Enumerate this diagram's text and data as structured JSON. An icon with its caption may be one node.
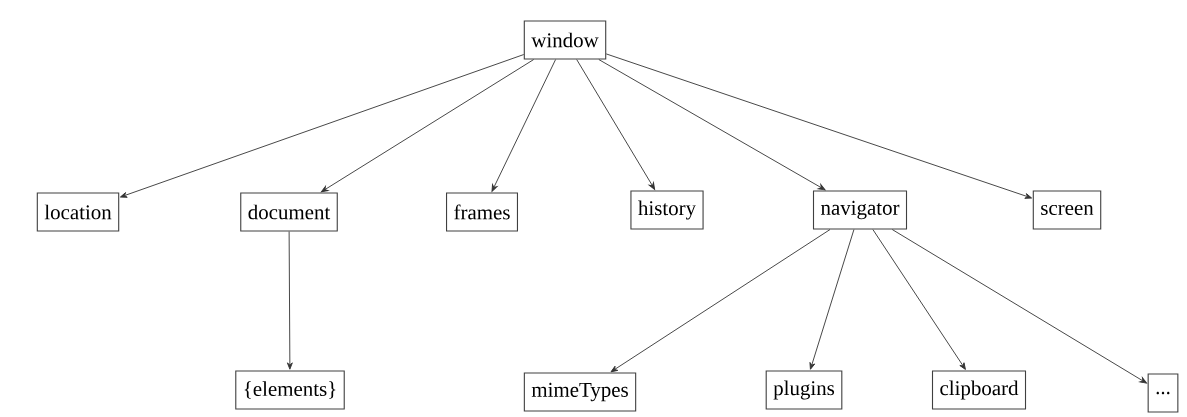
{
  "diagram": {
    "nodes": [
      {
        "text": [
          "window"
        ]
      },
      {
        "text": [
          "location"
        ]
      },
      {
        "text": [
          "document"
        ]
      },
      {
        "text": [
          "frames"
        ]
      },
      {
        "text": [
          "history"
        ]
      },
      {
        "text": [
          "navigator"
        ]
      },
      {
        "text": [
          "screen"
        ]
      },
      {
        "text": [
          "{elements}"
        ]
      },
      {
        "text": [
          "mimeTypes"
        ]
      },
      {
        "text": [
          "plugins"
        ]
      },
      {
        "text": [
          "clipboard"
        ]
      },
      {
        "text": [
          "..."
        ]
      }
    ],
    "edges": [
      {
        "from": 0,
        "to": 1,
        "arrow": "to"
      },
      {
        "from": 0,
        "to": 2,
        "arrow": "to"
      },
      {
        "from": 0,
        "to": 3,
        "arrow": "to"
      },
      {
        "from": 0,
        "to": 4,
        "arrow": "to"
      },
      {
        "from": 0,
        "to": 5,
        "arrow": "to"
      },
      {
        "from": 0,
        "to": 6,
        "arrow": "to"
      },
      {
        "from": 2,
        "to": 7,
        "arrow": "to"
      },
      {
        "from": 5,
        "to": 8,
        "arrow": "to"
      },
      {
        "from": 5,
        "to": 9,
        "arrow": "to"
      },
      {
        "from": 5,
        "to": 10,
        "arrow": "to"
      },
      {
        "from": 5,
        "to": 11,
        "arrow": "to"
      }
    ]
  }
}
